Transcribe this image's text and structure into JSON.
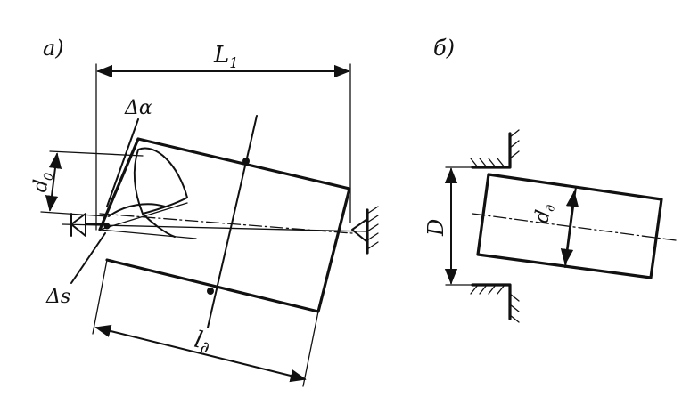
{
  "diagram": {
    "panel_a": {
      "label": "а)",
      "dim_L1": "L",
      "dim_L1_sub": "1",
      "dim_delta_alpha": "Δα",
      "dim_d0": "d",
      "dim_d0_sub": "0",
      "dim_delta_s": "Δs",
      "dim_l_d": "l",
      "dim_l_d_sub": "∂"
    },
    "panel_b": {
      "label": "б)",
      "dim_D": "D",
      "dim_d_d": "d",
      "dim_d_d_sub": "∂"
    }
  },
  "colors": {
    "ink": "#111111",
    "paper": "#ffffff"
  }
}
